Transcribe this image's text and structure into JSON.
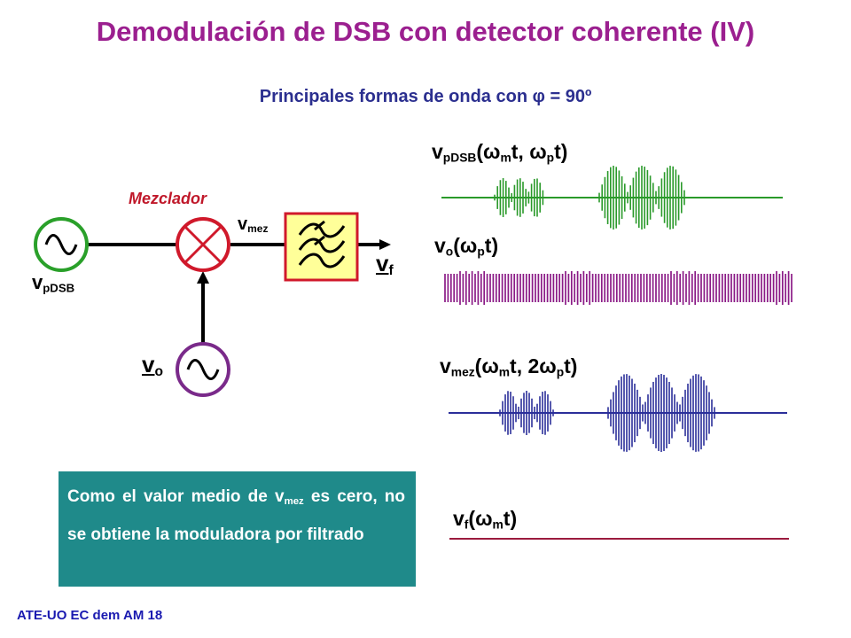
{
  "title": "Demodulación de DSB con detector coherente (IV)",
  "subtitle": {
    "before": "Principales formas de onda con ",
    "phi": "φ",
    "after": " = 90º"
  },
  "circuit": {
    "mixer_label": "Mezclador",
    "vpdsb": {
      "main": "v",
      "sub": "pDSB"
    },
    "vmez": {
      "main": "v",
      "sub": "mez"
    },
    "vf": {
      "main": "v",
      "sub": "f"
    },
    "vo": {
      "main": "v",
      "sub": "o"
    }
  },
  "waveforms": {
    "w1": {
      "v": "v",
      "sub": "pDSB",
      "open": "(",
      "om1": "ω",
      "om1sub": "m",
      "mid": "t, ",
      "om2": "ω",
      "om2sub": "p",
      "close": "t)"
    },
    "w2": {
      "v": "v",
      "sub": "o",
      "open": "(",
      "om1": "ω",
      "om1sub": "p",
      "close": "t)"
    },
    "w3": {
      "v": "v",
      "sub": "mez",
      "open": "(",
      "om1": "ω",
      "om1sub": "m",
      "mid": "t, 2",
      "om2": "ω",
      "om2sub": "p",
      "close": "t)"
    },
    "w4": {
      "v": "v",
      "sub": "f",
      "open": "(",
      "om1": "ω",
      "om1sub": "m",
      "close": "t)"
    }
  },
  "note": {
    "part1": "Como el valor medio de v",
    "sub": "mez",
    "part2": " es cero, no se obtiene la moduladora por filtrado"
  },
  "footer": "ATE-UO EC dem AM 18",
  "colors": {
    "title": "#9b1f8f",
    "subtitle": "#2b2f8f",
    "source_circle": "#2aa02a",
    "vo_circle": "#7a2a8a",
    "mixer": "#d0192b",
    "filter_box": "#ffff99",
    "wave_pdsb": "#2a9a2a",
    "wave_vo": "#8a1a86",
    "wave_mez": "#2b2f9a",
    "wave_vf": "#9b1b3e",
    "note_bg": "#1f8a8a",
    "footer": "#1a1ab0"
  }
}
